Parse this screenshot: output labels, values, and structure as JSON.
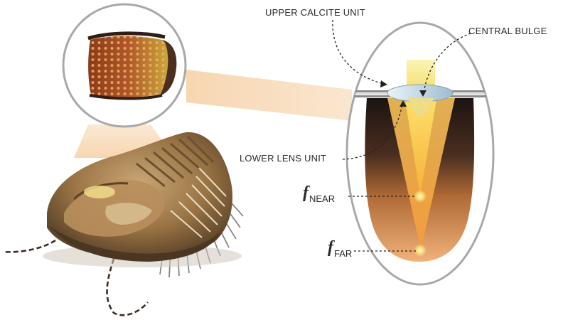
{
  "labels": {
    "upper_calcite_unit": "UPPER CALCITE UNIT",
    "central_bulge": "CENTRAL BULGE",
    "lower_lens_unit": "LOWER LENS UNIT",
    "f_symbol": "f",
    "near_sub": "NEAR",
    "far_sub": "FAR"
  },
  "colors": {
    "outline_gray": "#a8a8a8",
    "lens_blue": "#c8dde8",
    "light_yellow": "#f7e27a",
    "beam_orange": "#f3a64a",
    "dark_tissue": "#2a1a14",
    "shell_brown": "#9a7444"
  }
}
